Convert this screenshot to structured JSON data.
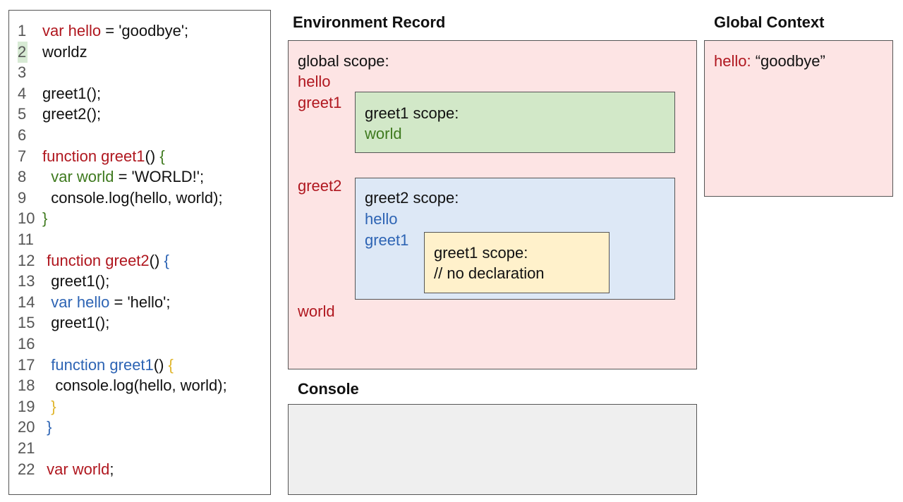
{
  "code": {
    "lines": [
      {
        "n": "1",
        "tokens": [
          {
            "t": "var hello",
            "c": "red"
          },
          {
            "t": " = 'goodbye';",
            "c": ""
          }
        ]
      },
      {
        "n": "2",
        "highlight": true,
        "tokens": [
          {
            "t": "worldz",
            "c": ""
          }
        ]
      },
      {
        "n": "3",
        "tokens": []
      },
      {
        "n": "4",
        "tokens": [
          {
            "t": "greet1();",
            "c": ""
          }
        ]
      },
      {
        "n": "5",
        "tokens": [
          {
            "t": "greet2();",
            "c": ""
          }
        ]
      },
      {
        "n": "6",
        "tokens": []
      },
      {
        "n": "7",
        "tokens": [
          {
            "t": "function greet1",
            "c": "red"
          },
          {
            "t": "() ",
            "c": ""
          },
          {
            "t": "{",
            "c": "green"
          }
        ]
      },
      {
        "n": "8",
        "tokens": [
          {
            "t": "  ",
            "c": ""
          },
          {
            "t": "var world",
            "c": "green"
          },
          {
            "t": " = 'WORLD!';",
            "c": ""
          }
        ]
      },
      {
        "n": "9",
        "tokens": [
          {
            "t": "  console.log(hello, world);",
            "c": ""
          }
        ]
      },
      {
        "n": "10",
        "tokens": [
          {
            "t": "}",
            "c": "green"
          }
        ]
      },
      {
        "n": "11",
        "tokens": []
      },
      {
        "n": "12",
        "tokens": [
          {
            "t": " function greet2",
            "c": "red"
          },
          {
            "t": "() ",
            "c": ""
          },
          {
            "t": "{",
            "c": "blue"
          }
        ]
      },
      {
        "n": "13",
        "tokens": [
          {
            "t": "  greet1();",
            "c": ""
          }
        ]
      },
      {
        "n": "14",
        "tokens": [
          {
            "t": "  ",
            "c": ""
          },
          {
            "t": "var hello",
            "c": "blue"
          },
          {
            "t": " = 'hello';",
            "c": ""
          }
        ]
      },
      {
        "n": "15",
        "tokens": [
          {
            "t": "  greet1();",
            "c": ""
          }
        ]
      },
      {
        "n": "16",
        "tokens": []
      },
      {
        "n": "17",
        "tokens": [
          {
            "t": "  ",
            "c": ""
          },
          {
            "t": "function greet1",
            "c": "blue"
          },
          {
            "t": "() ",
            "c": ""
          },
          {
            "t": "{",
            "c": "yellow"
          }
        ]
      },
      {
        "n": "18",
        "tokens": [
          {
            "t": "   console.log(hello, world);",
            "c": ""
          }
        ]
      },
      {
        "n": "19",
        "tokens": [
          {
            "t": "  ",
            "c": ""
          },
          {
            "t": "}",
            "c": "yellow"
          }
        ]
      },
      {
        "n": "20",
        "tokens": [
          {
            "t": " ",
            "c": ""
          },
          {
            "t": "}",
            "c": "blue"
          }
        ]
      },
      {
        "n": "21",
        "tokens": []
      },
      {
        "n": "22",
        "tokens": [
          {
            "t": " var world",
            "c": "red"
          },
          {
            "t": ";",
            "c": ""
          }
        ]
      }
    ]
  },
  "headings": {
    "env": "Environment Record",
    "global": "Global Context",
    "console": "Console"
  },
  "env": {
    "global_label": "global scope:",
    "vars": [
      "hello",
      "greet1",
      "greet2",
      "world"
    ],
    "greet1_scope": {
      "label": "greet1 scope:",
      "vars": [
        "world"
      ]
    },
    "greet2_scope": {
      "label": "greet2 scope:",
      "vars": [
        "hello",
        "greet1"
      ],
      "inner": {
        "label": "greet1 scope:",
        "comment": "// no declaration"
      }
    }
  },
  "global": {
    "key": "hello:",
    "value": "“goodbye”"
  },
  "colors": {
    "red": "#b0171f",
    "green": "#3f7a1f",
    "blue": "#2d64b4",
    "yellow": "#e0b52a",
    "env_bg": "#fde4e4"
  }
}
